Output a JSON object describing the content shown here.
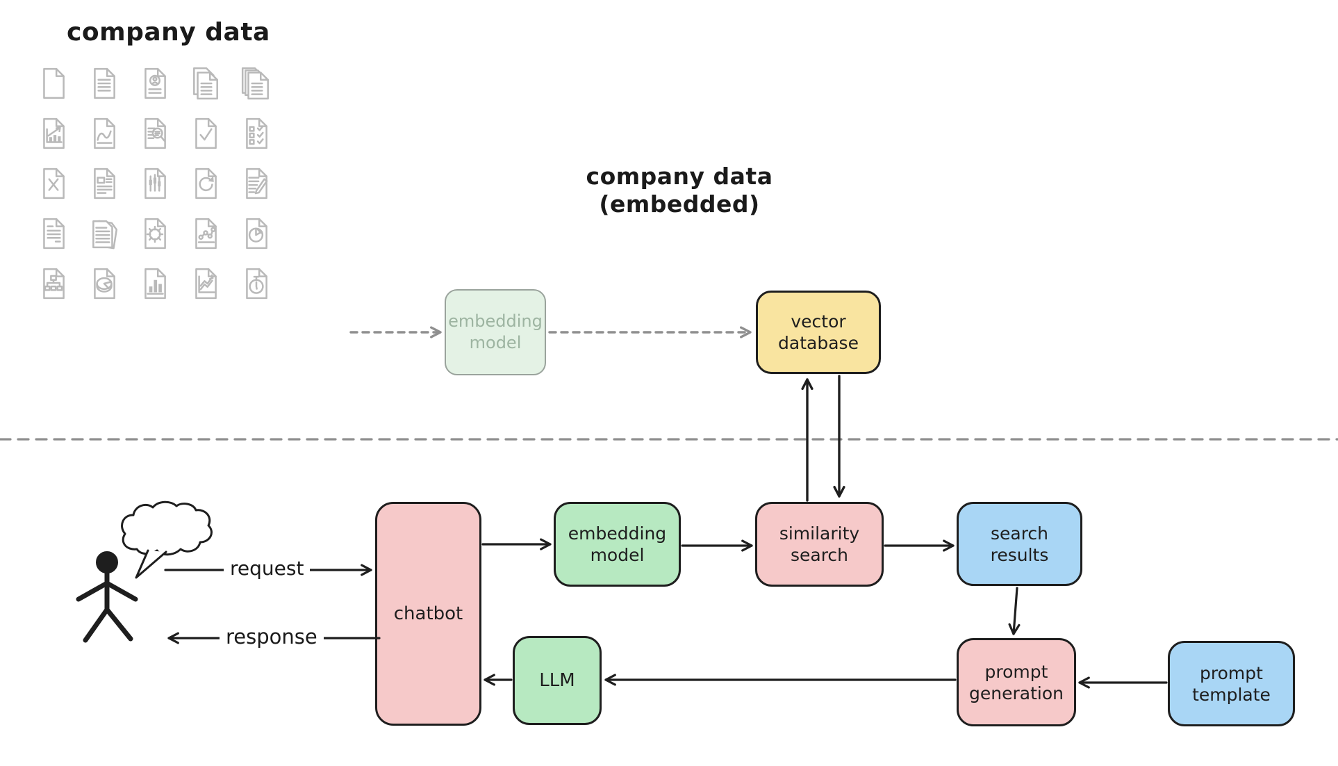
{
  "titles": {
    "company_data": "company data",
    "company_data_embedded": "company data\n(embedded)"
  },
  "labels": {
    "request": "request",
    "response": "response"
  },
  "nodes": {
    "embedding_model_faded": "embedding\nmodel",
    "vector_database": "vector\ndatabase",
    "chatbot": "chatbot",
    "embedding_model": "embedding\nmodel",
    "similarity_search": "similarity\nsearch",
    "search_results": "search\nresults",
    "llm": "LLM",
    "prompt_generation": "prompt\ngeneration",
    "prompt_template": "prompt\ntemplate"
  },
  "colors": {
    "pink": "#f6c9c9",
    "green": "#b7e9c1",
    "blue": "#a9d6f5",
    "yellow": "#f9e4a0",
    "faded-green": "#e4f2e5",
    "faded-border": "#9aa39c",
    "faded-text": "#9db4a1",
    "stroke": "#1e1e1e",
    "gray-dash": "#8f8f8f",
    "icon-gray": "#b9b9b9",
    "text": "#1a1a1a"
  },
  "icon_grid": [
    [
      "blank-document",
      "text-document",
      "resume-document",
      "document-stack-2",
      "document-stack-3"
    ],
    [
      "bar-chart-growth-document",
      "line-chart-document",
      "search-document",
      "checkmark-document",
      "checklist-document"
    ],
    [
      "error-document",
      "article-document",
      "candlestick-chart-document",
      "refresh-document",
      "edit-document"
    ],
    [
      "letter-document",
      "tilted-document-stack",
      "settings-document",
      "scatter-chart-document",
      "pie-chart-document"
    ],
    [
      "org-chart-document",
      "pie-3d-document",
      "bar-chart-document",
      "multi-line-chart-document",
      "stopwatch-document"
    ]
  ]
}
